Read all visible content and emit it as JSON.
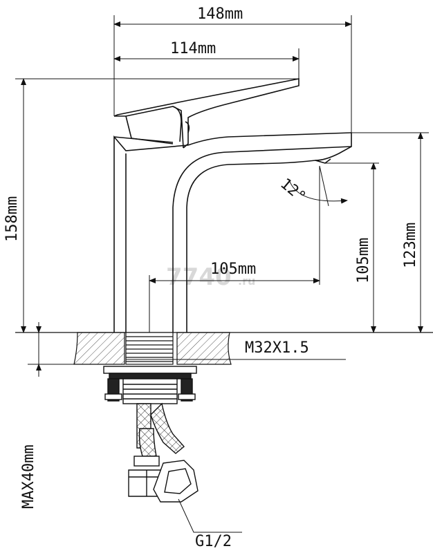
{
  "dimensions": {
    "total_length": "148mm",
    "lever_length": "114mm",
    "total_height": "158mm",
    "spout_height": "123mm",
    "outlet_height": "105mm",
    "spout_reach": "105mm",
    "angle": "12°",
    "thread": "M32X1.5",
    "max_thickness": "MAX40mm",
    "hose_connection": "G1/2"
  },
  "watermark": {
    "main": "7740",
    "suffix": ".ru"
  }
}
